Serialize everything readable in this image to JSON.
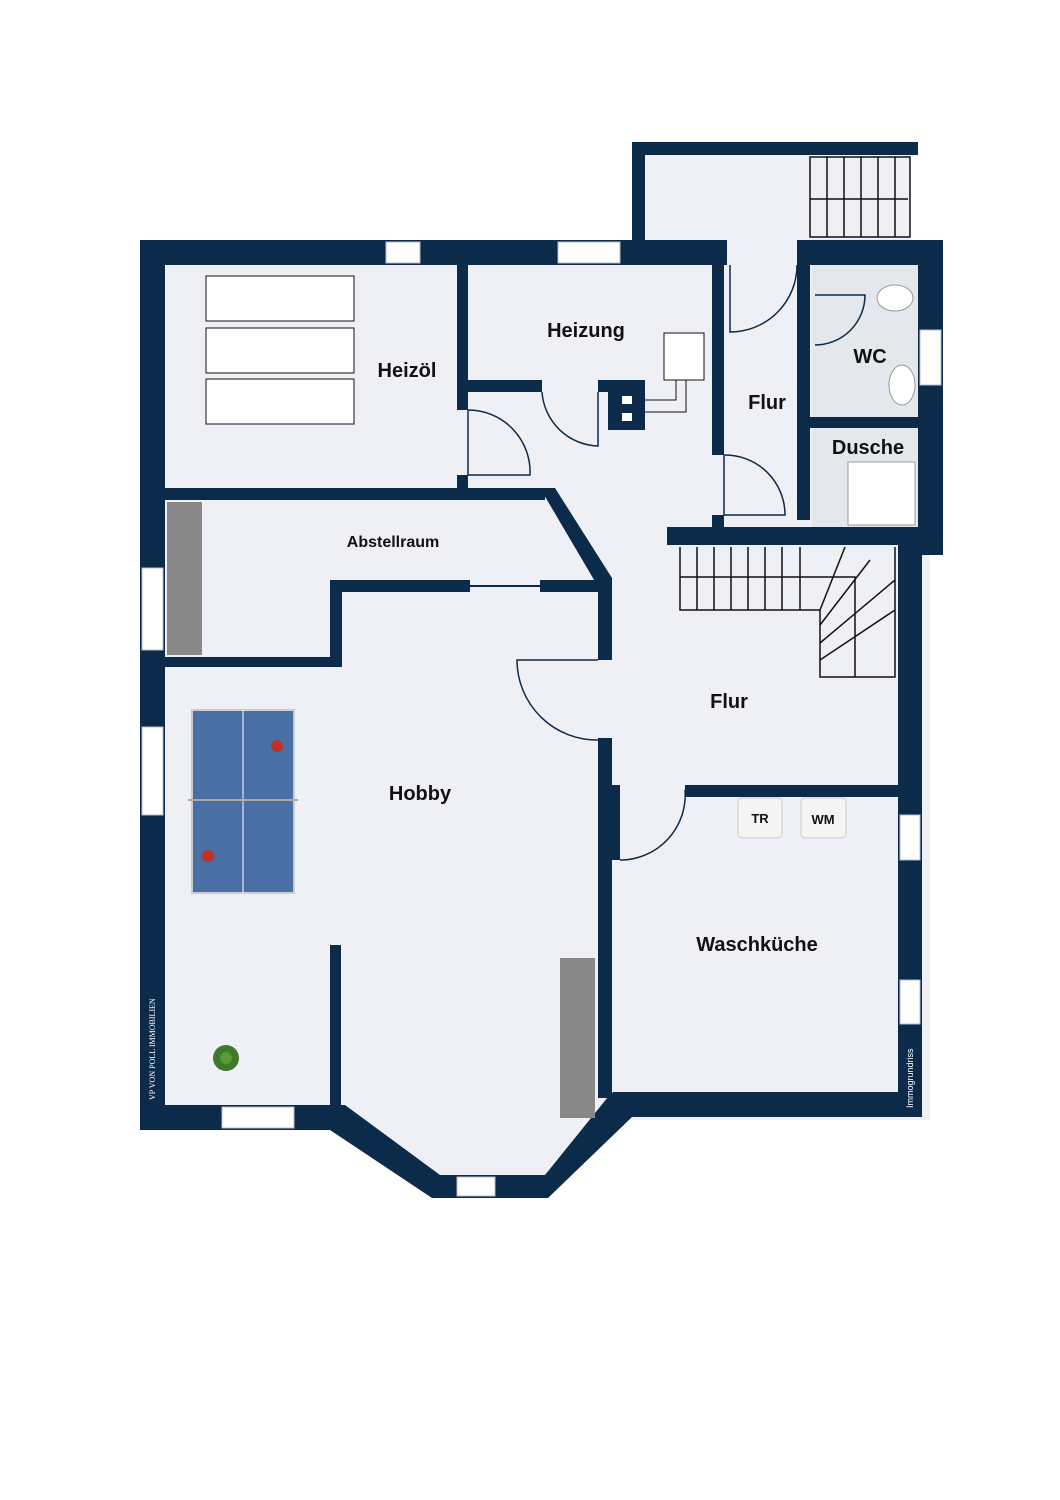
{
  "rooms": {
    "heizoel": "Heizöl",
    "heizung": "Heizung",
    "flur_upper": "Flur",
    "wc": "WC",
    "dusche": "Dusche",
    "abstellraum": "Abstellraum",
    "flur_main": "Flur",
    "hobby": "Hobby",
    "waschkueche": "Waschküche"
  },
  "appliances": {
    "dryer": "TR",
    "washer": "WM"
  },
  "branding": {
    "logo": "VP VON POLL IMMOBILIEN",
    "credit": "Immogrundriss"
  },
  "colors": {
    "wall": "#0c2a4a",
    "floor": "#eef0f5",
    "table": "#4a6fa5"
  }
}
